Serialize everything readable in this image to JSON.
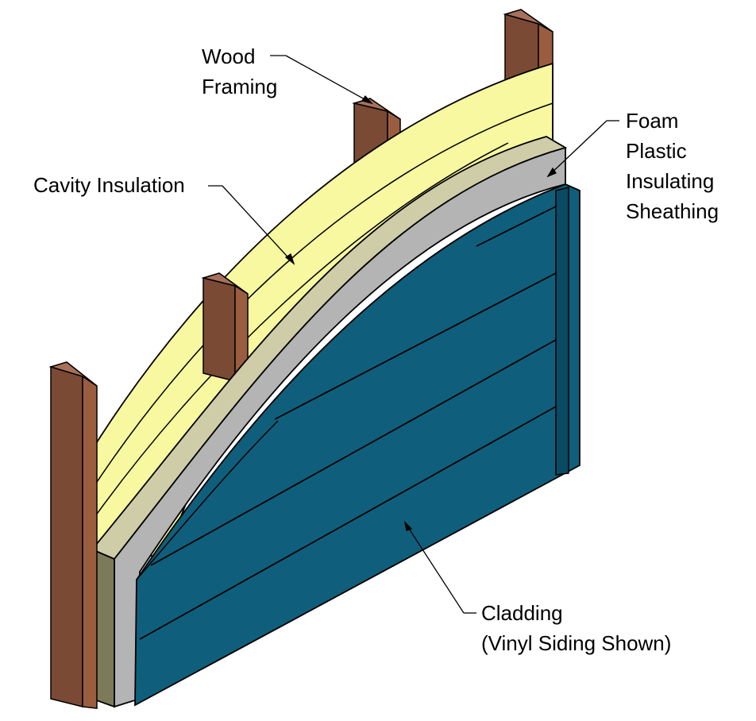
{
  "labels": {
    "wood_framing": [
      "Wood",
      "Framing"
    ],
    "cavity_insulation": [
      "Cavity Insulation"
    ],
    "foam_sheathing": [
      "Foam",
      "Plastic",
      "Insulating",
      "Sheathing"
    ],
    "cladding": [
      "Cladding",
      "(Vinyl Siding Shown)"
    ]
  },
  "colors": {
    "wood_face": "#7a4a34",
    "wood_side": "#9b5d40",
    "wood_top": "#a8705a",
    "insulation_face": "#f8f8a0",
    "insulation_top": "#e8e880",
    "sheathing_face": "#b4b4b4",
    "sheathing_top": "#cfcca8",
    "sheathing_edge": "#7d7a5a",
    "cladding_face": "#0f5f7c",
    "cladding_edge": "#0a4a62",
    "outline": "#000000"
  }
}
